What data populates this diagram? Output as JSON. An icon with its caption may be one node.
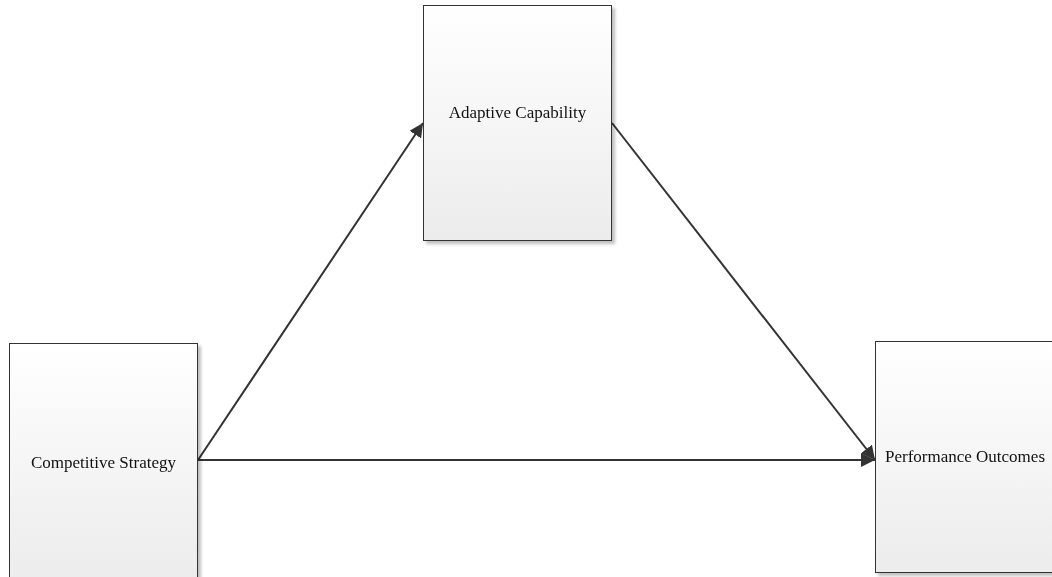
{
  "diagram": {
    "nodes": [
      {
        "text": [
          "Adaptive Capability"
        ]
      },
      {
        "text": [
          "Competitive Strategy"
        ]
      },
      {
        "text": [
          "Performance Outcomes"
        ]
      }
    ],
    "edges": [
      {
        "from": 1,
        "to": 0,
        "arrow": "to"
      },
      {
        "from": 0,
        "to": 2,
        "arrow": "to"
      },
      {
        "from": 1,
        "to": 2,
        "arrow": "to"
      }
    ]
  }
}
